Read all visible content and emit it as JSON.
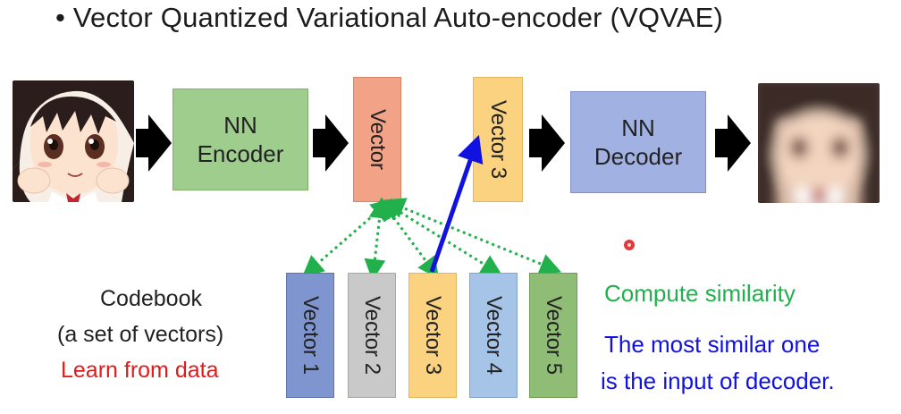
{
  "title": "• Vector Quantized Variational Auto-encoder (VQVAE)",
  "encoder": {
    "line1": "NN",
    "line2": "Encoder"
  },
  "decoder": {
    "line1": "NN",
    "line2": "Decoder"
  },
  "encoded_vector": {
    "label": "Vector"
  },
  "selected_vector": {
    "label": "Vector 3"
  },
  "codebook": {
    "title": "Codebook",
    "subtitle": "(a set of vectors)",
    "learn_note": "Learn from data",
    "vectors": [
      {
        "label": "Vector 1",
        "color": "#7f95cf"
      },
      {
        "label": "Vector 2",
        "color": "#c9c9c9"
      },
      {
        "label": "Vector 3",
        "color": "#fbd280"
      },
      {
        "label": "Vector 4",
        "color": "#a6c3e8"
      },
      {
        "label": "Vector 5",
        "color": "#8fbd76"
      }
    ]
  },
  "notes": {
    "compute_similarity": "Compute similarity",
    "most_similar_line1": "The most similar one",
    "most_similar_line2": "is the input of decoder."
  },
  "colors": {
    "encoder_fill": "#9fcd8d",
    "decoder_fill": "#a1b1e2",
    "vector_fill": "#f2a287",
    "selected_fill": "#fbd280",
    "similarity_green": "#22b04d",
    "selection_blue": "#1212e0",
    "learn_red": "#e01b1b"
  },
  "icons": {
    "flow_arrow": "black-right-arrow",
    "input_image": "anime-face-image",
    "output_image": "blurry-face-image",
    "pointer": "laser-pointer-dot"
  }
}
